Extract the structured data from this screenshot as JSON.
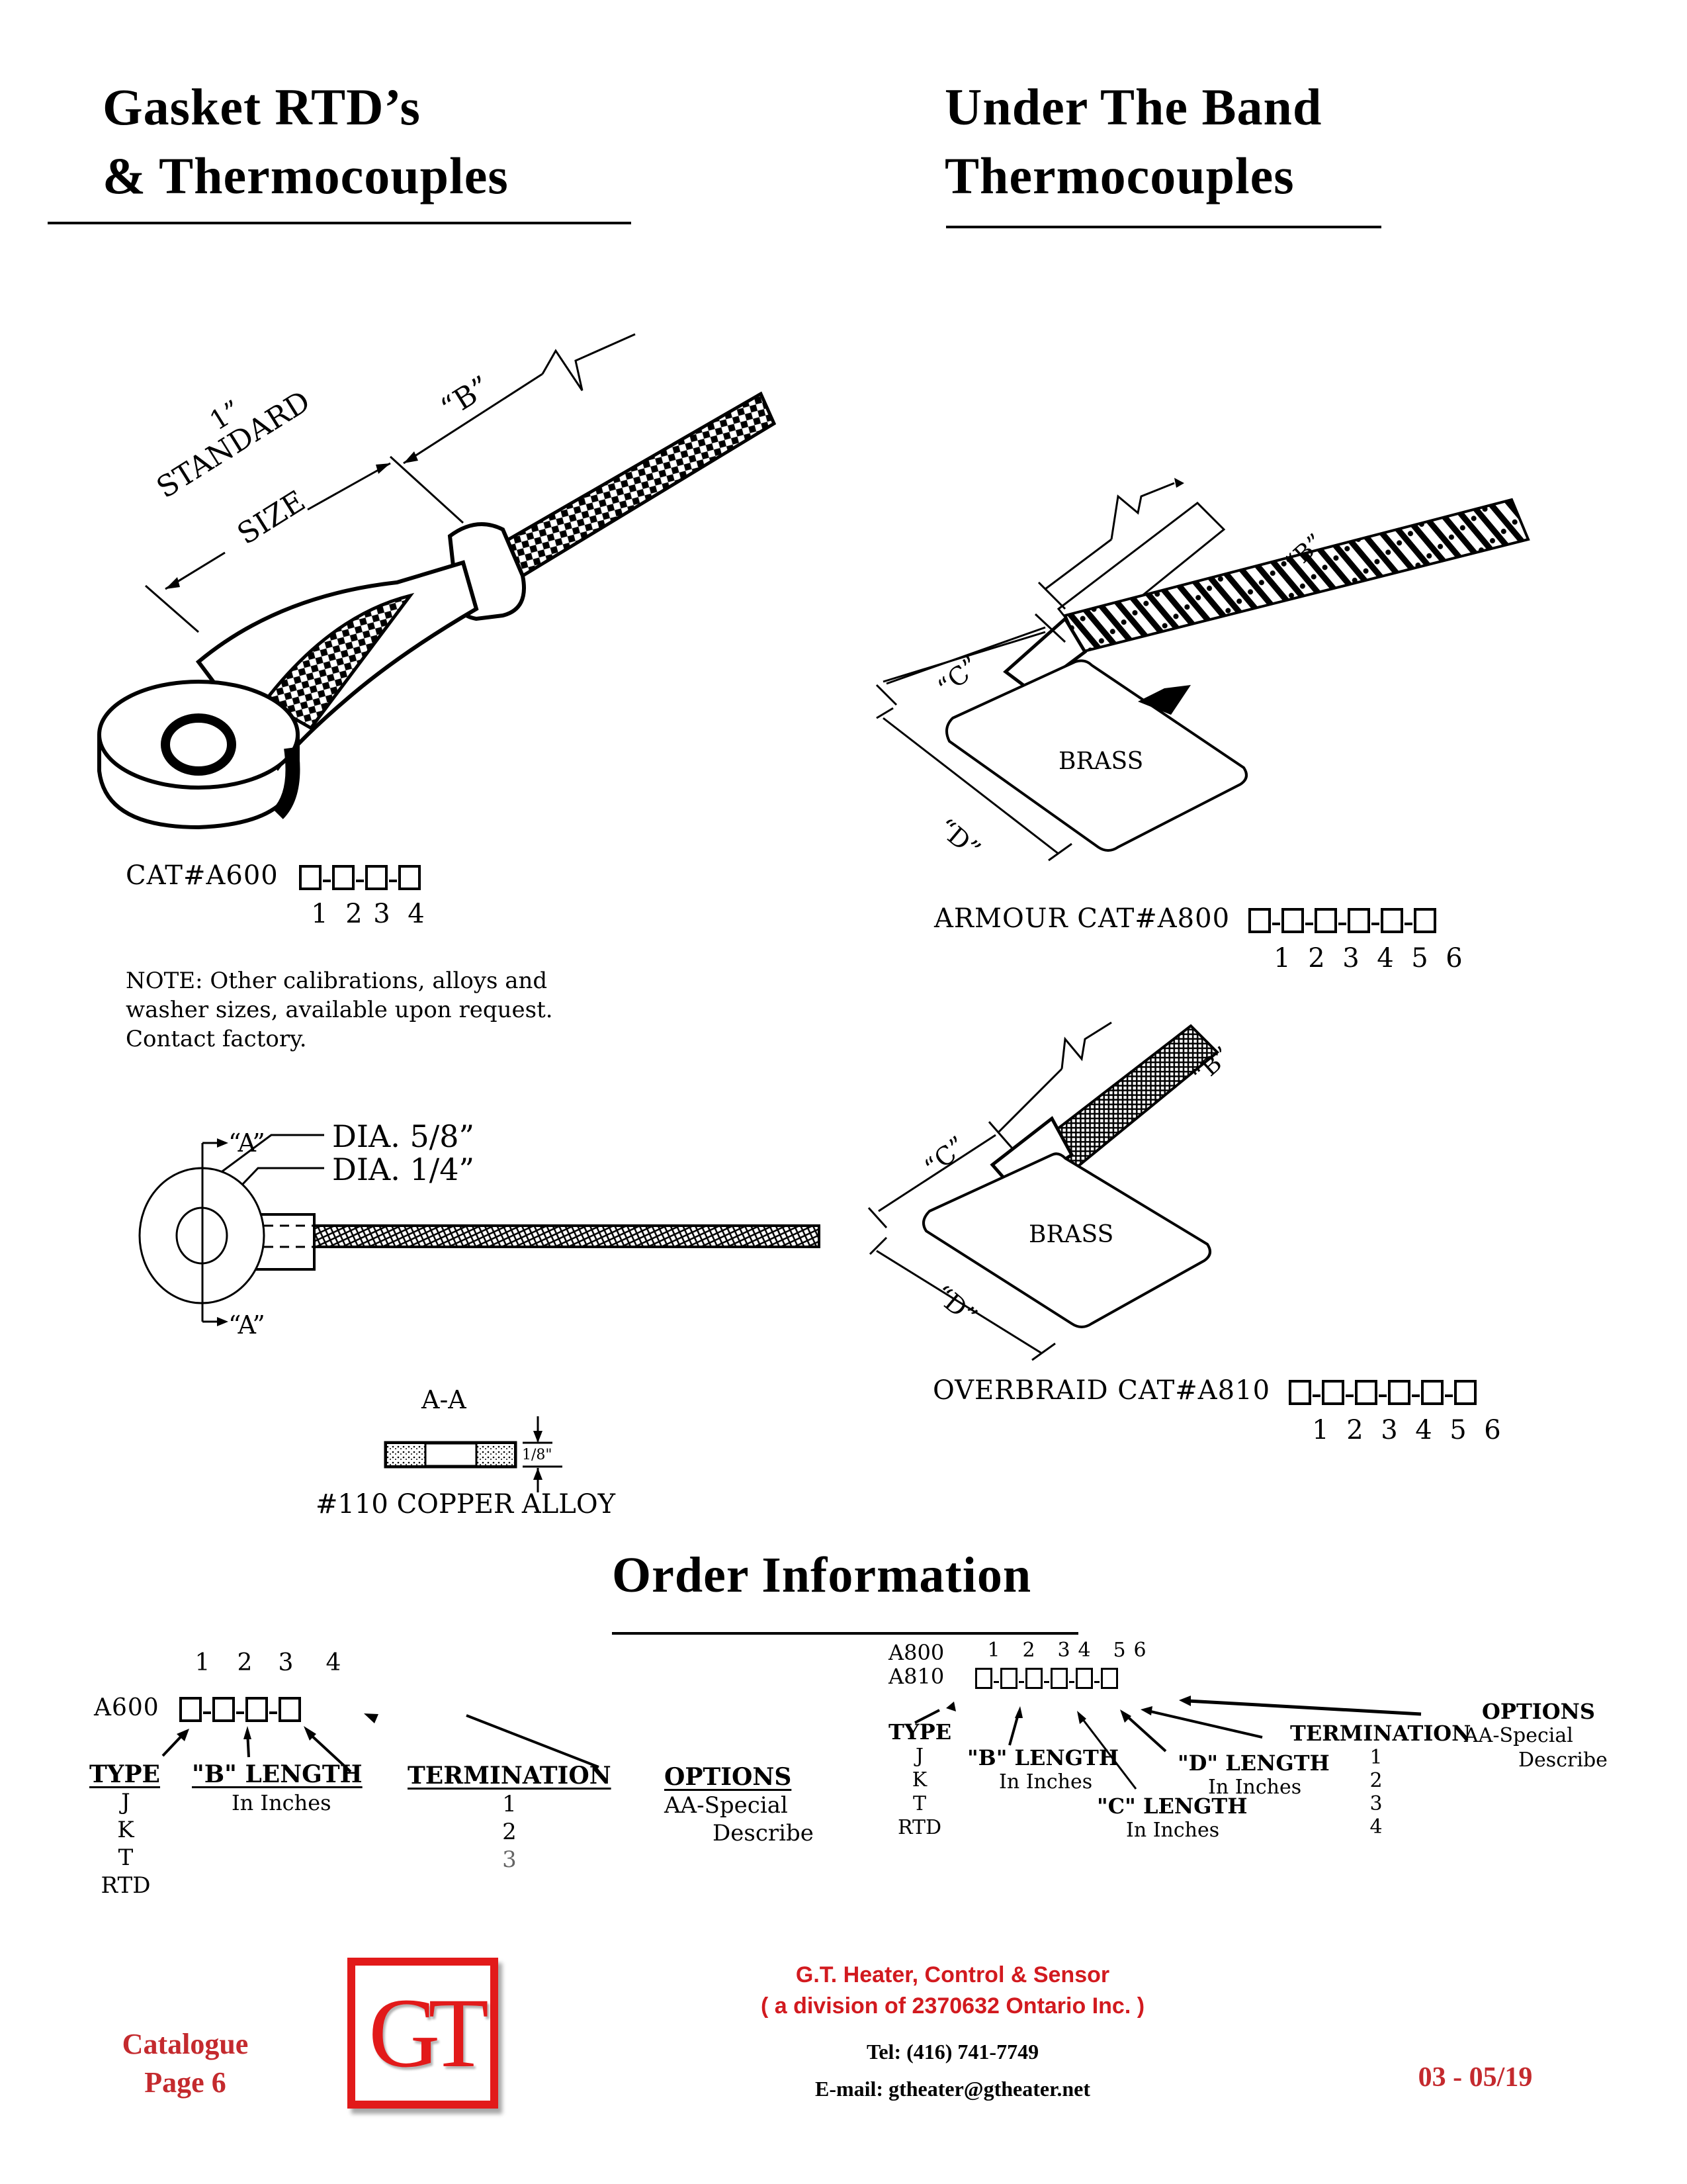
{
  "left_section": {
    "title_line1": "Gasket RTD’s",
    "title_line2": "& Thermocouples",
    "diagram1": {
      "dim_1in": "1”",
      "standard": "STANDARD",
      "size": "SIZE",
      "b_label": "“B”"
    },
    "catalog": {
      "label": "CAT#A600",
      "positions": [
        "1",
        "2",
        "3",
        "4"
      ]
    },
    "note": {
      "line1": "NOTE: Other calibrations, alloys and",
      "line2": "washer sizes, available upon request.",
      "line3": "Contact factory."
    },
    "diagram2": {
      "section_a_top": "“A”",
      "section_a_bottom": "“A”",
      "dia_outer": "DIA. 5/8”",
      "dia_inner": "DIA. 1/4”",
      "section_title": "A-A",
      "thickness": "1/8\"",
      "material": "#110 COPPER ALLOY"
    }
  },
  "right_section": {
    "title_line1": "Under The Band",
    "title_line2": "Thermocouples",
    "armour": {
      "b_label": "“B”",
      "c_label": "“C”",
      "d_label": "“D”",
      "plate_label": "BRASS",
      "catalog_label": "ARMOUR CAT#A800",
      "positions": [
        "1",
        "2",
        "3",
        "4",
        "5",
        "6"
      ]
    },
    "overbraid": {
      "b_label": "“B”",
      "c_label": "“C”",
      "d_label": "“D”",
      "plate_label": "BRASS",
      "catalog_label": "OVERBRAID CAT#A810",
      "positions": [
        "1",
        "2",
        "3",
        "4",
        "5",
        "6"
      ]
    }
  },
  "order_information": {
    "title": "Order Information",
    "a600": {
      "code": "A600",
      "positions": [
        "1",
        "2",
        "3",
        "4"
      ],
      "type": {
        "header": "TYPE",
        "items": [
          "J",
          "K",
          "T",
          "RTD"
        ]
      },
      "b_length": {
        "header": "\"B\" LENGTH",
        "sub": "In Inches"
      },
      "termination": {
        "header": "TERMINATION",
        "items": [
          "1",
          "2",
          "3"
        ]
      },
      "options": {
        "header": "OPTIONS",
        "line1": "AA-Special",
        "line2": "Describe"
      }
    },
    "a800": {
      "code1": "A800",
      "code2": "A810",
      "positions": [
        "1",
        "2",
        "3",
        "4",
        "5",
        "6"
      ],
      "type": {
        "header": "TYPE",
        "items": [
          "J",
          "K",
          "T",
          "RTD"
        ]
      },
      "b_length": {
        "header": "\"B\" LENGTH",
        "sub": "In Inches"
      },
      "c_length": {
        "header": "\"C\" LENGTH",
        "sub": "In Inches"
      },
      "d_length": {
        "header": "\"D\" LENGTH",
        "sub": "In Inches"
      },
      "termination": {
        "header": "TERMINATION",
        "items": [
          "1",
          "2",
          "3",
          "4"
        ]
      },
      "options": {
        "header": "OPTIONS",
        "line1": "AA-Special",
        "line2": "Describe"
      }
    }
  },
  "footer": {
    "catalogue_line1": "Catalogue",
    "catalogue_line2": "Page 6",
    "logo_text": "GT",
    "company": "G.T. Heater, Control & Sensor",
    "division": "( a division of 2370632 Ontario Inc. )",
    "tel": "Tel: (416) 741-7749",
    "email": "E-mail: gtheater@gtheater.net",
    "revision": "03 - 05/19",
    "brand_color": "#d21a1f"
  }
}
